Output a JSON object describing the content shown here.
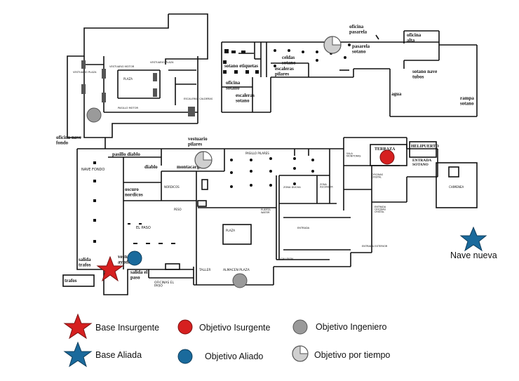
{
  "colors": {
    "insurgent": "#d62020",
    "allied": "#1a6a9c",
    "engineer": "#9a9a9a",
    "timed": "#cfcfcf",
    "walls": "#111111"
  },
  "map": {
    "upper_left": {
      "top_labels": [
        "VESTUARIO PLAZA",
        "VESTUARIO MOTOR",
        "VESTUARIO PLAZA"
      ],
      "plaza": "PLAZA",
      "pasillo_motor": "PASILLO MOTOR",
      "escaleras_calderas": "ESCALERAS CALDERAS"
    },
    "upper_right": {
      "oficina_pasarela": "oficina\npasarela",
      "pasarela_sotano": "pasarela\nsotano",
      "oficina_alta": "oficina\nalta",
      "celdas_sotano": "celdas\nsotano",
      "sotano_etiquetas": "sotano etiquetas",
      "escaleras_pilares": "escaleras\npilares",
      "oficina_sotano": "oficina\nsotano",
      "escaleras_sotano": "escaleras\nsotano",
      "agua": "agua",
      "sotano_nave_tubos": "sotano nave\ntubos",
      "rampa_sotano": "rampa\nsotano"
    },
    "lower": {
      "oficina_nave_fondo": "oficina nave\nfondo",
      "vestuario_pilares": "vestuario\npilares",
      "pasillo_diablo": "pasillo diablo",
      "diablo": "diablo",
      "nave_fondo": "NAVE FONDO",
      "montacargas": "montacargas",
      "oscuro_nordicos": "oscuro\nnordicos",
      "nordicos": "NORDICOS",
      "peso": "PESO",
      "el_paso": "EL PASO",
      "salida_trafos": "salida\ntrafos",
      "vestuario_ayudante": "vestuario\nayudante",
      "salida_el_paso": "salida el\npaso",
      "trafos": "trafos",
      "oficinas_el_paso": "OFICINAS EL\nPASO",
      "taller": "TALLER",
      "almacen_plaza": "ALMACEN PLAZA",
      "plaza": "PLAZA",
      "pasillo_pilares": "PASILLO PILARES",
      "puerta_water": "PUERTA\nWATER",
      "zona_ducha": "ZONA DUCHA",
      "zona_ascensor": "ZONA\nASCENSOR",
      "entrada": "ENTRADA",
      "callejon": "CALLEJON",
      "sala_monitoras": "SALA\nMONITORAS",
      "terraza": "TERRAZA",
      "helipuerto": "HELIPUERTO",
      "entrada_sotano": "ENTRADA\nSOTANO",
      "oficinas_cristal": "OFICINAS\nCRISTAL",
      "chimenea": "CHIMENEA",
      "entrada_oficinas_cristal": "ENTRADA\nOFICINAS\nCRISTAL",
      "entrada_exterior": "ENTRADA EXTERIOR",
      "nave_nueva": "Nave nueva"
    }
  },
  "legend": {
    "base_insurgente": "Base Insurgente",
    "base_aliada": "Base Aliada",
    "objetivo_insurgente": "Objetivo Isurgente",
    "objetivo_aliado": "Objetivo Aliado",
    "objetivo_ingeniero": "Objetivo Ingeniero",
    "objetivo_por_tiempo": "Objetivo por tiempo"
  }
}
